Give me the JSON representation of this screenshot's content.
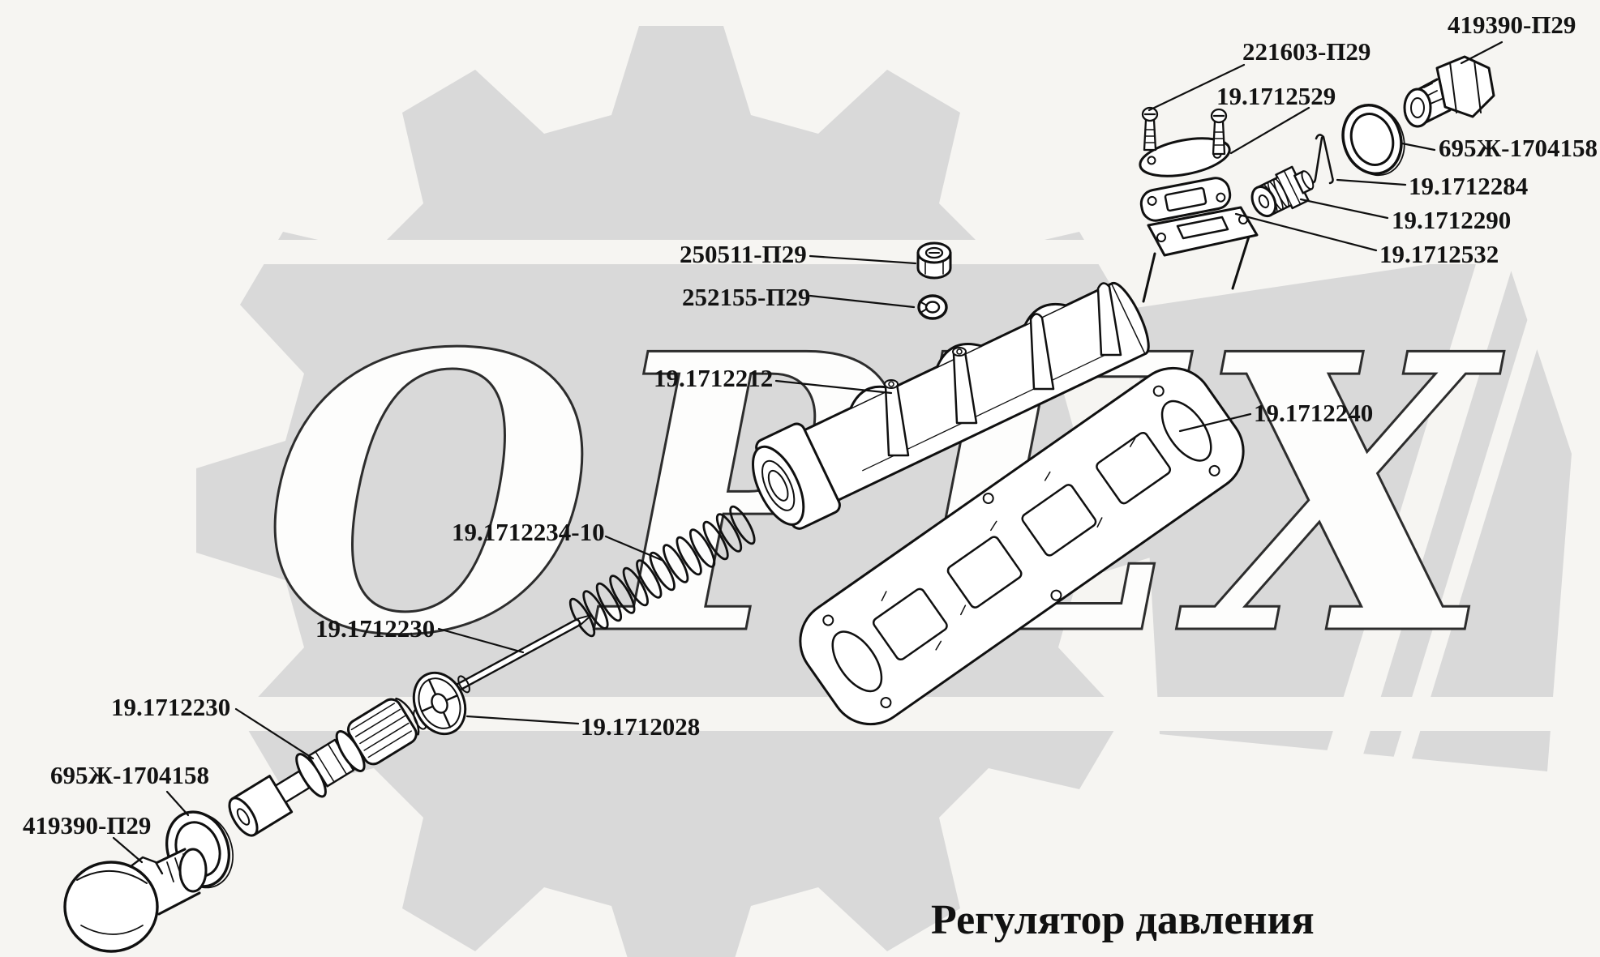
{
  "title": "Регулятор давления",
  "watermark_text": "ОРЕХ",
  "colors": {
    "background": "#f6f5f2",
    "gear_gray": "#d9d9d9",
    "ink": "#101010",
    "watermark_letter_fill": "#fdfdfc",
    "watermark_letter_outline": "#2d2d2d"
  },
  "labels": [
    {
      "part": "bolt",
      "text": "221603-П29"
    },
    {
      "part": "plug-top",
      "text": "419390-П29"
    },
    {
      "part": "cover",
      "text": "19.1712529"
    },
    {
      "part": "sealing-ring-top",
      "text": "695Ж-1704158"
    },
    {
      "part": "pin",
      "text": "19.1712284"
    },
    {
      "part": "fitting",
      "text": "19.1712290"
    },
    {
      "part": "gasket-port",
      "text": "19.1712532"
    },
    {
      "part": "nut",
      "text": "250511-П29"
    },
    {
      "part": "lock-washer",
      "text": "252155-П29"
    },
    {
      "part": "body",
      "text": "19.1712212"
    },
    {
      "part": "gasket-large",
      "text": "19.1712240"
    },
    {
      "part": "spring",
      "text": "19.1712234-10"
    },
    {
      "part": "rod",
      "text": "19.1712230"
    },
    {
      "part": "piston",
      "text": "19.1712230"
    },
    {
      "part": "retainer-disc",
      "text": "19.1712028"
    },
    {
      "part": "sealing-ring-bottom",
      "text": "695Ж-1704158"
    },
    {
      "part": "plug-bottom",
      "text": "419390-П29"
    }
  ]
}
